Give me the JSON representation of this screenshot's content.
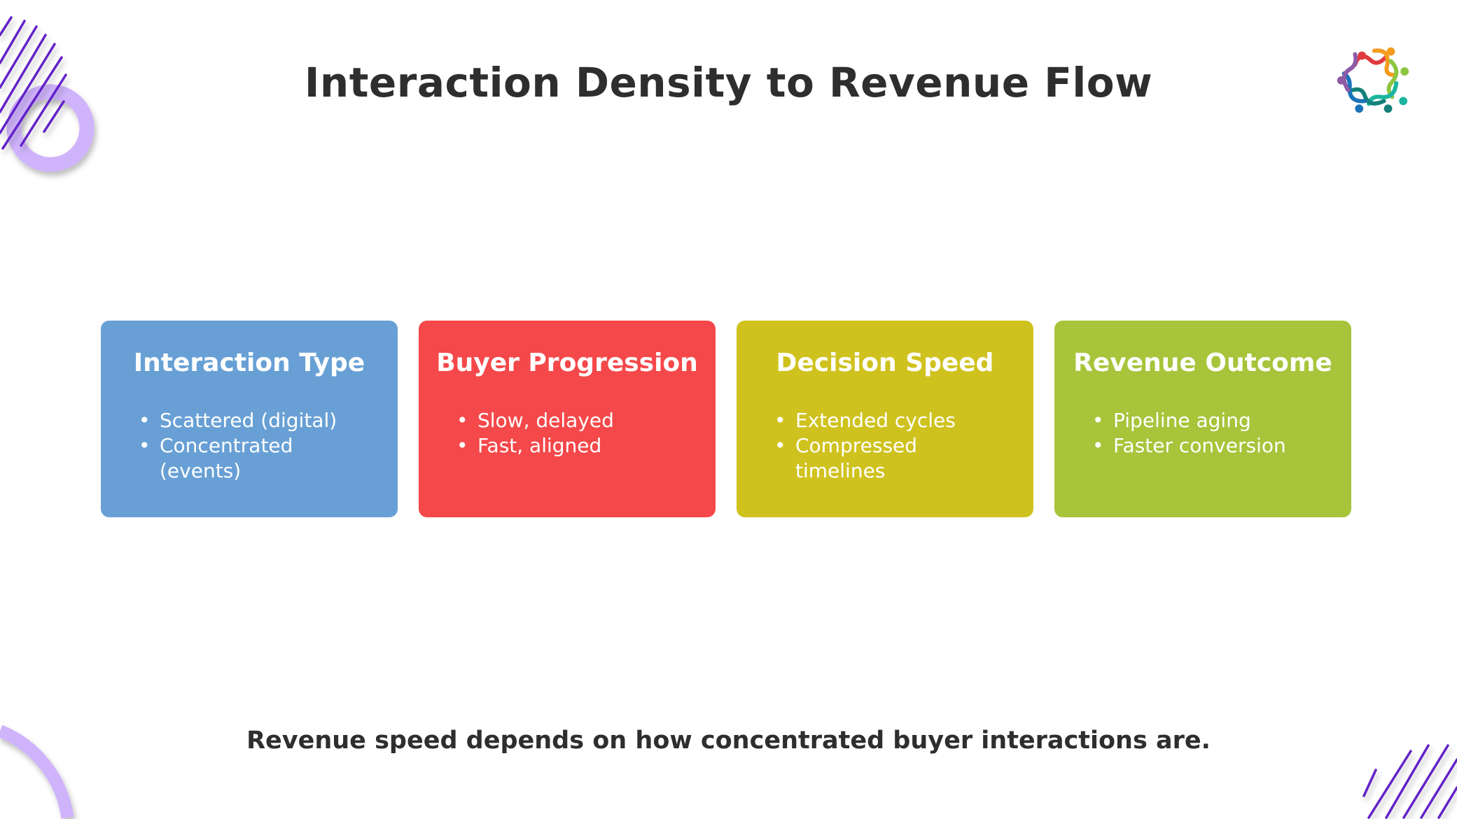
{
  "title": "Interaction Density to Revenue Flow",
  "cards": [
    {
      "title": "Interaction Type",
      "color": "#68a0d5",
      "bullets": [
        "Scattered (digital)",
        "Concentrated (events)"
      ]
    },
    {
      "title": "Buyer Progression",
      "color": "#f5484a",
      "bullets": [
        "Slow, delayed",
        "Fast, aligned"
      ]
    },
    {
      "title": "Decision Speed",
      "color": "#cfc21f",
      "bullets": [
        "Extended cycles",
        "Compressed timelines"
      ]
    },
    {
      "title": "Revenue Outcome",
      "color": "#a7c43a",
      "bullets": [
        "Pipeline aging",
        "Faster conversion"
      ]
    }
  ],
  "footer": "Revenue speed depends on how concentrated buyer interactions are.",
  "colors": {
    "accent_purple": "#6a24d0",
    "ring_lavender": "#cfb3fb"
  }
}
